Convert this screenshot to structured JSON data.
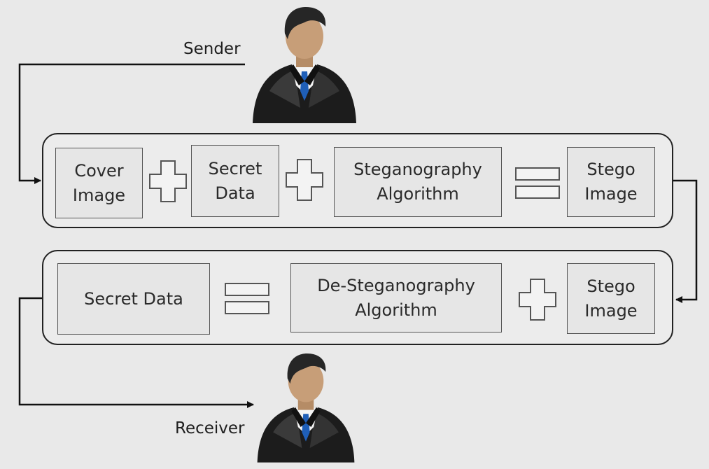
{
  "actors": {
    "sender": "Sender",
    "receiver": "Receiver"
  },
  "embedding_row": {
    "cover_image": "Cover\nImage",
    "secret_data": "Secret\nData",
    "algorithm": "Steganography\nAlgorithm",
    "stego_image": "Stego\nImage"
  },
  "extraction_row": {
    "secret_data": "Secret Data",
    "algorithm": "De-Steganography\nAlgorithm",
    "stego_image": "Stego\nImage"
  },
  "operators": {
    "plus": "plus-icon",
    "equals": "equals-icon"
  }
}
